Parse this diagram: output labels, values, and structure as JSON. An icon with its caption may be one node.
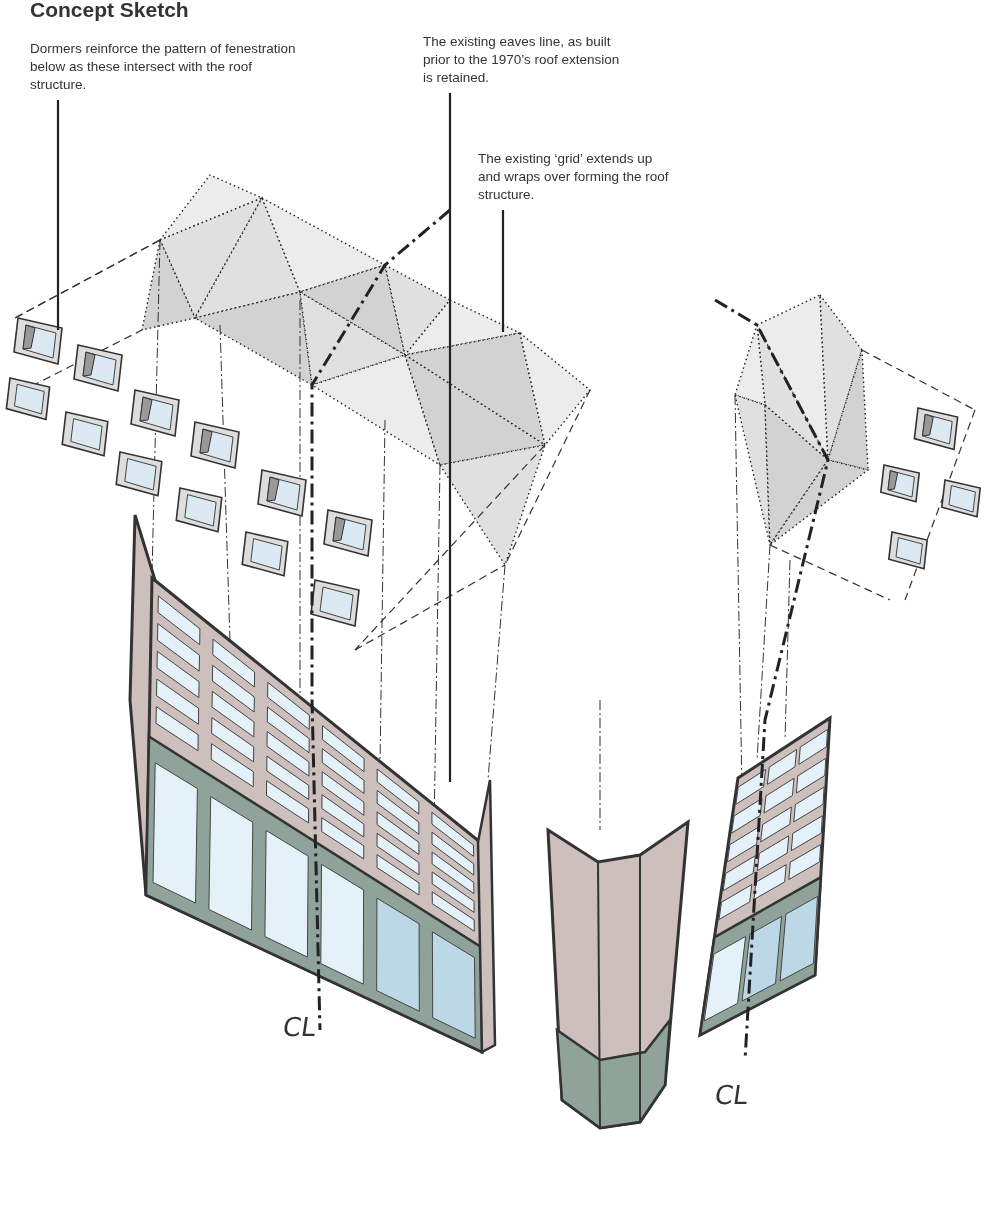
{
  "diagram": {
    "title": "Concept Sketch",
    "nodes": [
      {
        "text": [
          "Dormers reinforce the pattern of fenestration below as these intersect with the roof structure."
        ]
      },
      {
        "text": [
          "The existing eaves line, as built prior to the 1970’s roof extension is retained."
        ]
      },
      {
        "text": [
          "The existing ‘grid’ extends up and wraps over forming the roof structure."
        ]
      }
    ],
    "edges": [
      {
        "from": 0,
        "to": null,
        "arrow": "none"
      },
      {
        "from": 1,
        "to": null,
        "arrow": "none"
      },
      {
        "from": 2,
        "to": null,
        "arrow": "none"
      }
    ],
    "labels": [
      "CL",
      "CL"
    ]
  }
}
